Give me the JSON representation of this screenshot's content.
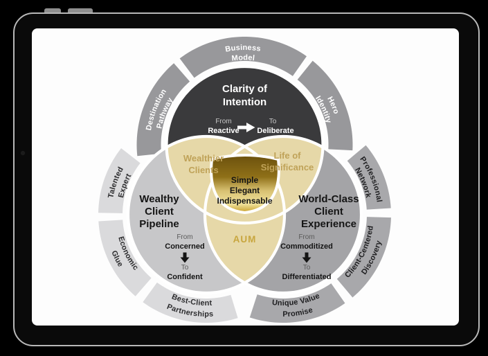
{
  "tablet": {
    "frame_fill": "#0a0a0a",
    "rim": "#b9b9b9",
    "screen_fill": "#fdfdfd",
    "button_fill": "#8f8f8f",
    "camera_fill": "#1b1b1b"
  },
  "colors": {
    "top_circle": "#3a3a3c",
    "left_circle": "#c7c7c9",
    "right_circle": "#a4a4a7",
    "top_ring": "#98989b",
    "left_ring": "#dadadc",
    "right_ring": "#a8a8ab",
    "top_ring_text": "#ffffff",
    "left_ring_text": "#2d2d2f",
    "right_ring_text": "#1e1e20",
    "overlap_tan": "#e6d8a8",
    "overlap_outline": "#ffffff",
    "center_gradient": [
      "#6b500d",
      "#8f7018",
      "#d8c172",
      "#f0e29c",
      "#c79d26"
    ]
  },
  "diagram": {
    "circles": [
      {
        "id": "top",
        "title_lines": [
          "Clarity of",
          "Intention"
        ],
        "from_label": "From",
        "from_value": "Reactive",
        "to_label": "To",
        "to_value": "Deliberate",
        "arrow_icon": "right-arrow"
      },
      {
        "id": "left",
        "title_lines": [
          "Wealthy",
          "Client",
          "Pipeline"
        ],
        "from_label": "From",
        "from_value": "Concerned",
        "to_label": "To",
        "to_value": "Confident",
        "arrow_icon": "down-arrow"
      },
      {
        "id": "right",
        "title_lines": [
          "World-Class",
          "Client",
          "Experience"
        ],
        "from_label": "From",
        "from_value": "Commoditized",
        "to_label": "To",
        "to_value": "Differentiated",
        "arrow_icon": "down-arrow"
      }
    ],
    "overlaps": [
      {
        "id": "wealthier-clients",
        "lines": [
          "Wealthier",
          "Clients"
        ],
        "text_color": "#bfa258"
      },
      {
        "id": "life-of-significance",
        "lines": [
          "Life of",
          "Significance"
        ],
        "text_color": "#bfa258"
      },
      {
        "id": "aum",
        "lines": [
          "AUM"
        ],
        "text_color": "#c8a63e"
      },
      {
        "id": "center",
        "lines": [
          "Simple",
          "Elegant",
          "Indispensable"
        ],
        "text_color": "#131313"
      }
    ],
    "ring_segments": [
      {
        "id": "business-model",
        "lines": [
          "Business",
          "Model"
        ]
      },
      {
        "id": "destination-pathway",
        "lines": [
          "Destination",
          "Pathway"
        ]
      },
      {
        "id": "hero-identity",
        "lines": [
          "Hero",
          "Identity"
        ]
      },
      {
        "id": "talented-expert",
        "lines": [
          "Talented",
          "Expert"
        ]
      },
      {
        "id": "economic-glue",
        "lines": [
          "Economic",
          "Glue"
        ]
      },
      {
        "id": "best-client-partnerships",
        "lines": [
          "Best-Client",
          "Partnerships"
        ]
      },
      {
        "id": "professional-network",
        "lines": [
          "Professional",
          "Network"
        ]
      },
      {
        "id": "client-centered-discovery",
        "lines": [
          "Client-Centered",
          "Discovery"
        ]
      },
      {
        "id": "unique-value-promise",
        "lines": [
          "Unique Value",
          "Promise"
        ]
      }
    ]
  }
}
